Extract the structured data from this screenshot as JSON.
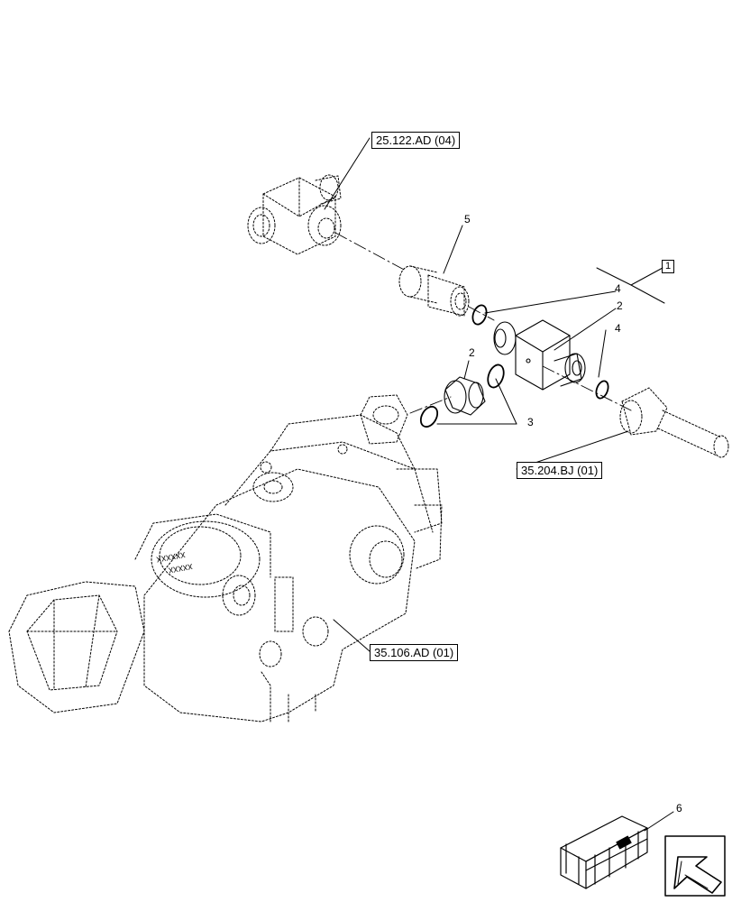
{
  "references": {
    "ref_25122": "25.122.AD (04)",
    "ref_35204": "35.204.BJ (01)",
    "ref_35106": "35.106.AD (01)"
  },
  "callouts": {
    "c1": "1",
    "c2a": "2",
    "c2b": "2",
    "c3": "3",
    "c4a": "4",
    "c4b": "4",
    "c5": "5",
    "c6": "6"
  },
  "decal_text": {
    "line1": "XXXXXX",
    "line2": "XXXXX"
  },
  "icons": {
    "nav": "arrow-back-icon",
    "kit": "kit-box-icon"
  }
}
